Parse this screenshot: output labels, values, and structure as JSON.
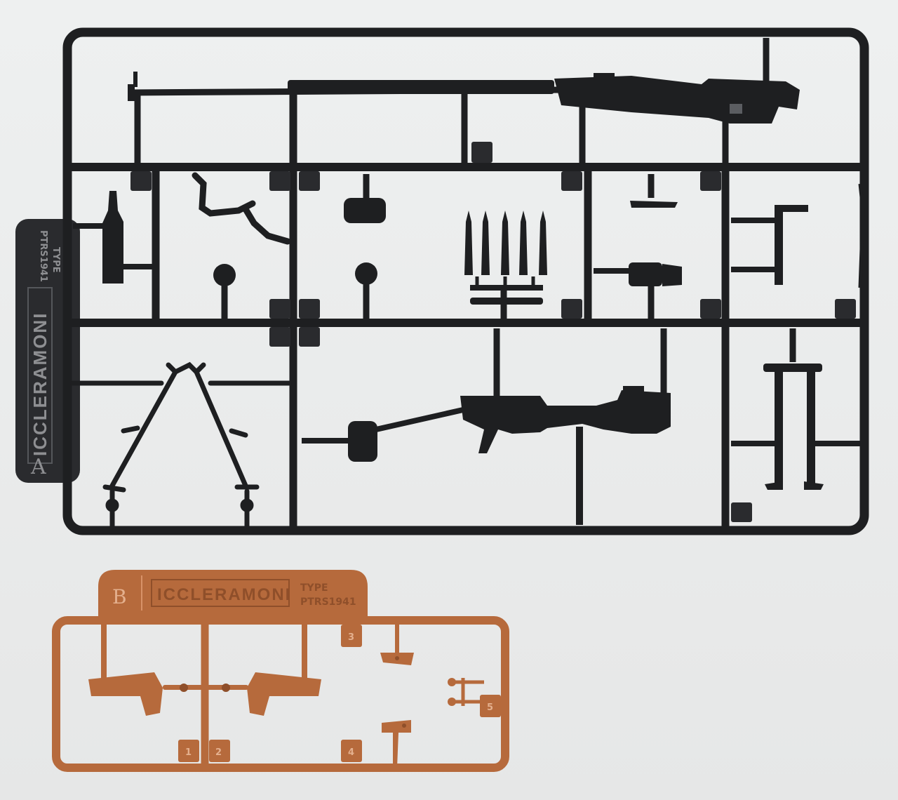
{
  "colors": {
    "background": "#eceded",
    "sprue_a": "#1e1f21",
    "sprue_a_tab": "#2a2b2e",
    "sprue_b": "#b66a3c",
    "sprue_b_dark": "#8f4f2a",
    "embossed_text": "#8e8f92"
  },
  "sprue_a": {
    "letter": "A",
    "brand": "ICCLERAMONI",
    "type_label": "TYPE",
    "model": "PTRS1941"
  },
  "sprue_b": {
    "letter": "B",
    "brand": "ICCLERAMONI",
    "type_label": "TYPE",
    "model": "PTRS1941",
    "part_numbers": [
      "1",
      "2",
      "3",
      "4",
      "5"
    ]
  }
}
